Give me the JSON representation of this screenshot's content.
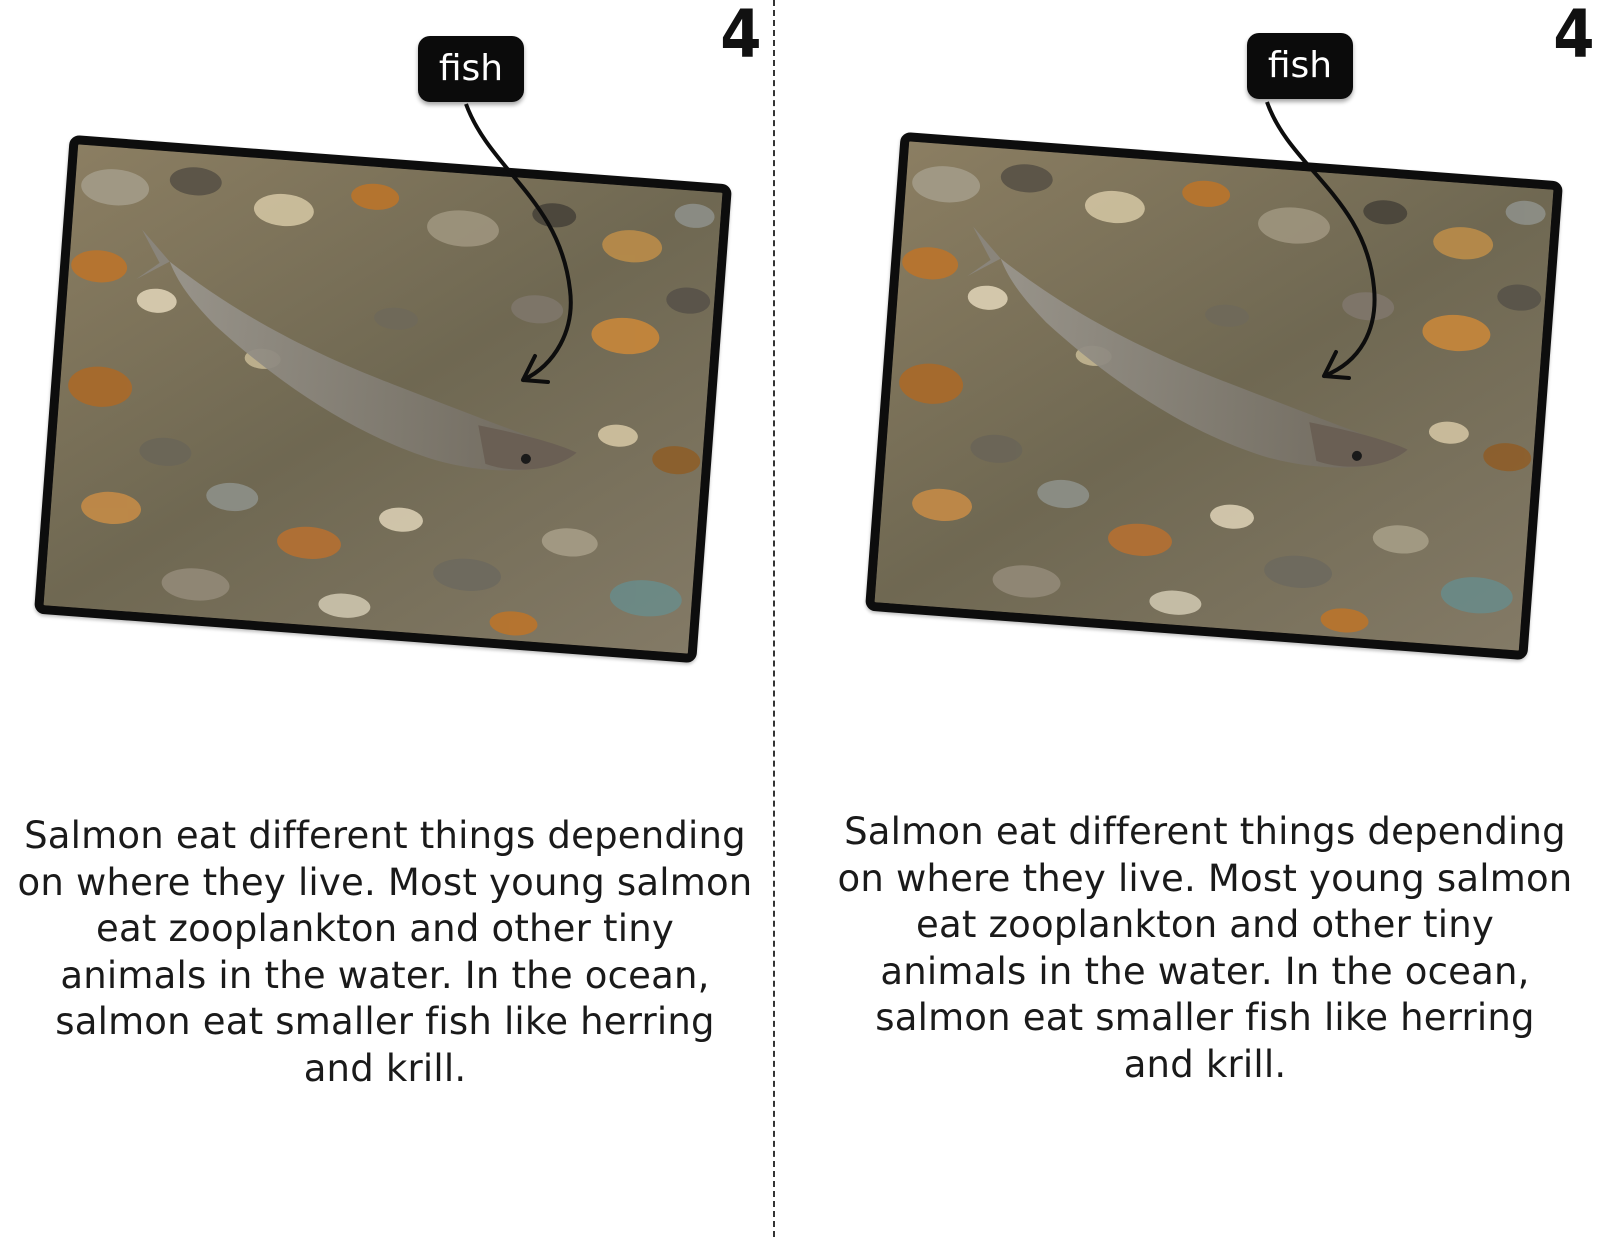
{
  "pages": [
    {
      "page_number": "4",
      "label": "fish",
      "caption_lines": [
        "Salmon eat different things depending",
        "on where they live.  Most young salmon",
        "eat zooplankton and other tiny",
        "animals in the water.  In the ocean,",
        "salmon eat smaller fish like herring",
        "and krill."
      ]
    },
    {
      "page_number": "4",
      "label": "fish",
      "caption_lines": [
        "Salmon eat different things depending",
        "on where they live.  Most young salmon",
        "eat zooplankton and other tiny",
        "animals in the water.  In the ocean,",
        "salmon eat smaller fish like herring",
        "and krill."
      ]
    }
  ],
  "photo": {
    "subject": "salmon swimming over riverbed pebbles",
    "colors": {
      "water": "#7a6e58",
      "stone_orange": "#b8742e",
      "stone_grey": "#8c8e86",
      "stone_dark": "#3f3a30",
      "fish_body": "#8f8a80"
    }
  },
  "colors": {
    "tag_background": "#0b0b0b",
    "tag_text": "#ffffff",
    "frame": "#0d0d0d",
    "text": "#1a1a1a"
  }
}
